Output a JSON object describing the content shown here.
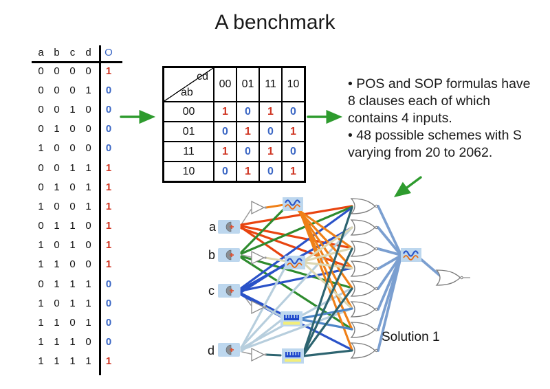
{
  "title": "A benchmark",
  "truth_table": {
    "headers": [
      "a",
      "b",
      "c",
      "d",
      "O"
    ],
    "rows": [
      {
        "inputs": [
          "0",
          "0",
          "0",
          "0"
        ],
        "output": "1"
      },
      {
        "inputs": [
          "0",
          "0",
          "0",
          "1"
        ],
        "output": "0"
      },
      {
        "inputs": [
          "0",
          "0",
          "1",
          "0"
        ],
        "output": "0"
      },
      {
        "inputs": [
          "0",
          "1",
          "0",
          "0"
        ],
        "output": "0"
      },
      {
        "inputs": [
          "1",
          "0",
          "0",
          "0"
        ],
        "output": "0"
      },
      {
        "inputs": [
          "0",
          "0",
          "1",
          "1"
        ],
        "output": "1"
      },
      {
        "inputs": [
          "0",
          "1",
          "0",
          "1"
        ],
        "output": "1"
      },
      {
        "inputs": [
          "1",
          "0",
          "0",
          "1"
        ],
        "output": "1"
      },
      {
        "inputs": [
          "0",
          "1",
          "1",
          "0"
        ],
        "output": "1"
      },
      {
        "inputs": [
          "1",
          "0",
          "1",
          "0"
        ],
        "output": "1"
      },
      {
        "inputs": [
          "1",
          "1",
          "0",
          "0"
        ],
        "output": "1"
      },
      {
        "inputs": [
          "0",
          "1",
          "1",
          "1"
        ],
        "output": "0"
      },
      {
        "inputs": [
          "1",
          "0",
          "1",
          "1"
        ],
        "output": "0"
      },
      {
        "inputs": [
          "1",
          "1",
          "0",
          "1"
        ],
        "output": "0"
      },
      {
        "inputs": [
          "1",
          "1",
          "1",
          "0"
        ],
        "output": "0"
      },
      {
        "inputs": [
          "1",
          "1",
          "1",
          "1"
        ],
        "output": "1"
      }
    ]
  },
  "kmap": {
    "corner": {
      "top": "cd",
      "bottom": "ab"
    },
    "col_headers": [
      "00",
      "01",
      "11",
      "10"
    ],
    "rows": [
      {
        "label": "00",
        "values": [
          "1",
          "0",
          "1",
          "0"
        ]
      },
      {
        "label": "01",
        "values": [
          "0",
          "1",
          "0",
          "1"
        ]
      },
      {
        "label": "11",
        "values": [
          "1",
          "0",
          "1",
          "0"
        ]
      },
      {
        "label": "10",
        "values": [
          "0",
          "1",
          "0",
          "1"
        ]
      }
    ]
  },
  "notes": {
    "bullets": [
      "• POS and SOP formulas have 8 clauses each of which contains 4 inputs.",
      "• 48 possible schemes with S varying  from 20 to 2062."
    ]
  },
  "network": {
    "inputs": [
      "a",
      "b",
      "c",
      "d"
    ],
    "or_gate_count": 8,
    "solution_label": "Solution 1"
  },
  "colors": {
    "value_one": "#cf3320",
    "value_zero": "#3a66c4",
    "header_o": "#3a66c4",
    "arrow_green": "#2e9b2e",
    "node_box_blue": "#bdd7ee",
    "line_red": "#e8440f",
    "line_green": "#2e8b2e",
    "line_blue": "#2a52c8",
    "line_pale_blue": "#b7cedd",
    "line_orange": "#ef8018",
    "line_beige": "#ddd8b4",
    "line_teal": "#2d6470",
    "line_steel_blue": "#7b9fd0"
  }
}
